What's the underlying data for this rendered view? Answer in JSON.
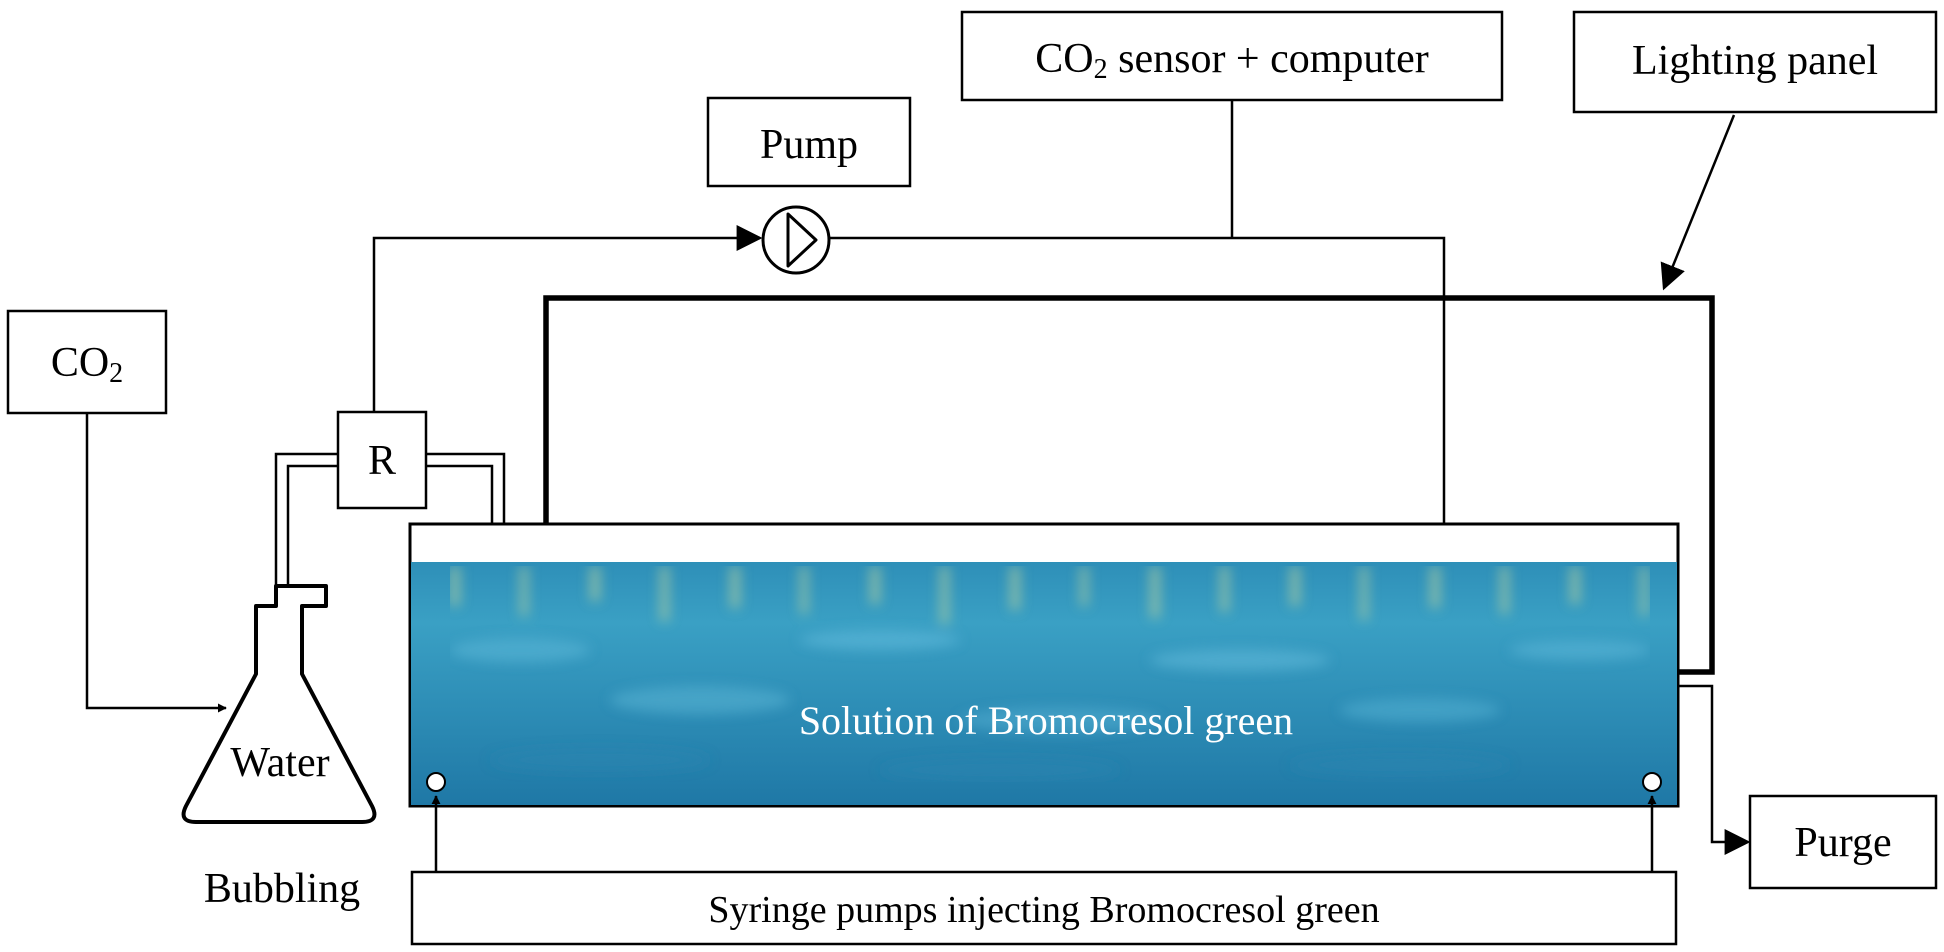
{
  "labels": {
    "co2_sensor_main": "CO",
    "co2_sensor_sub": "2",
    "co2_sensor_rest": " sensor + computer",
    "lighting_panel": "Lighting panel",
    "pump": "Pump",
    "co2_source_main": "CO",
    "co2_source_sub": "2",
    "regulator": "R",
    "water": "Water",
    "bubbling": "Bubbling",
    "solution": "Solution of Bromocresol green",
    "purge": "Purge",
    "syringe": "Syringe pumps injecting Bromocresol green"
  },
  "colors": {
    "line": "#000000",
    "solution_light": "#3aa0c4",
    "solution_dark": "#1c6f9c",
    "bubble_streaks": "#c8d99a"
  }
}
